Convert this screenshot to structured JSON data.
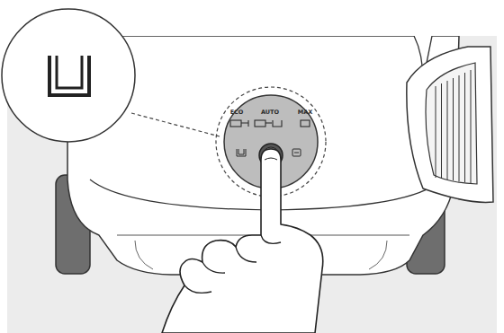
{
  "diagram": {
    "labels": [
      "ECO",
      "AUTO",
      "MAX"
    ]
  }
}
